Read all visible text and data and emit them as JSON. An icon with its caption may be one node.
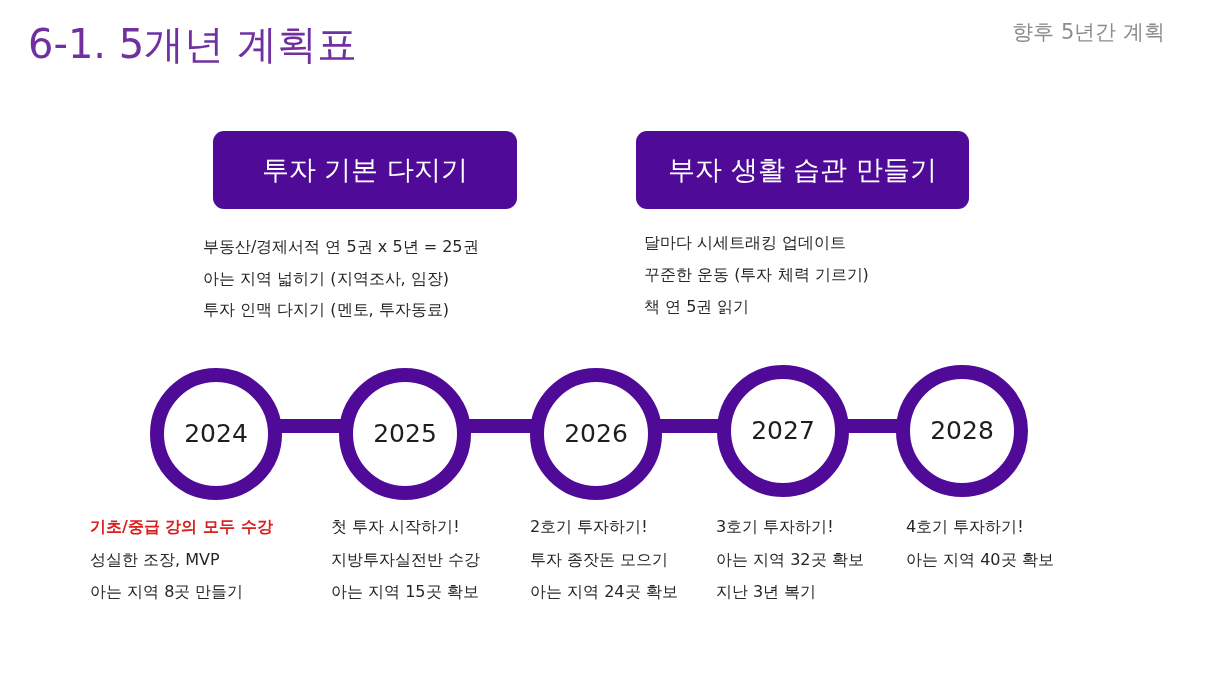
{
  "diagram": {
    "title": "6-1. 5개년 계획표",
    "nodes": [
      {
        "text": [
          "투자 기본 다지기"
        ],
        "beside": [
          "부동산/경제서적 연 5권 x 5년 = 25권",
          "아는 지역 넓히기 (지역조사, 임장)",
          "투자 인맥 다지기 (멘토, 투자동료)"
        ]
      },
      {
        "text": [
          "부자 생활 습관 만들기"
        ],
        "beside": [
          "달마다 시세트래킹 업데이트",
          "꾸준한 운동 (투자 체력 기르기)",
          "책 연 5권 읽기"
        ]
      },
      {
        "text": [
          "2024"
        ],
        "beside": [
          "기초/중급 강의 모두 수강",
          "성실한 조장, MVP",
          "아는 지역 8곳 만들기"
        ]
      },
      {
        "text": [
          "2025"
        ],
        "beside": [
          "첫 투자 시작하기!",
          "지방투자실전반 수강",
          "아는 지역 15곳 확보"
        ]
      },
      {
        "text": [
          "2026"
        ],
        "beside": [
          "2호기 투자하기!",
          "투자 종잣돈 모으기",
          "아는 지역 24곳 확보"
        ]
      },
      {
        "text": [
          "2027"
        ],
        "beside": [
          "3호기 투자하기!",
          "아는 지역 32곳 확보",
          "지난 3년 복기"
        ]
      },
      {
        "text": [
          "2028"
        ],
        "beside": [
          "4호기 투자하기!",
          "아는 지역 40곳 확보"
        ]
      }
    ],
    "edges": [
      {
        "from": 2,
        "to": 3,
        "arrow": "none"
      },
      {
        "from": 3,
        "to": 4,
        "arrow": "none"
      },
      {
        "from": 4,
        "to": 5,
        "arrow": "none"
      },
      {
        "from": 5,
        "to": 6,
        "arrow": "none"
      }
    ],
    "labels": [
      "향후 5년간 계획"
    ]
  }
}
